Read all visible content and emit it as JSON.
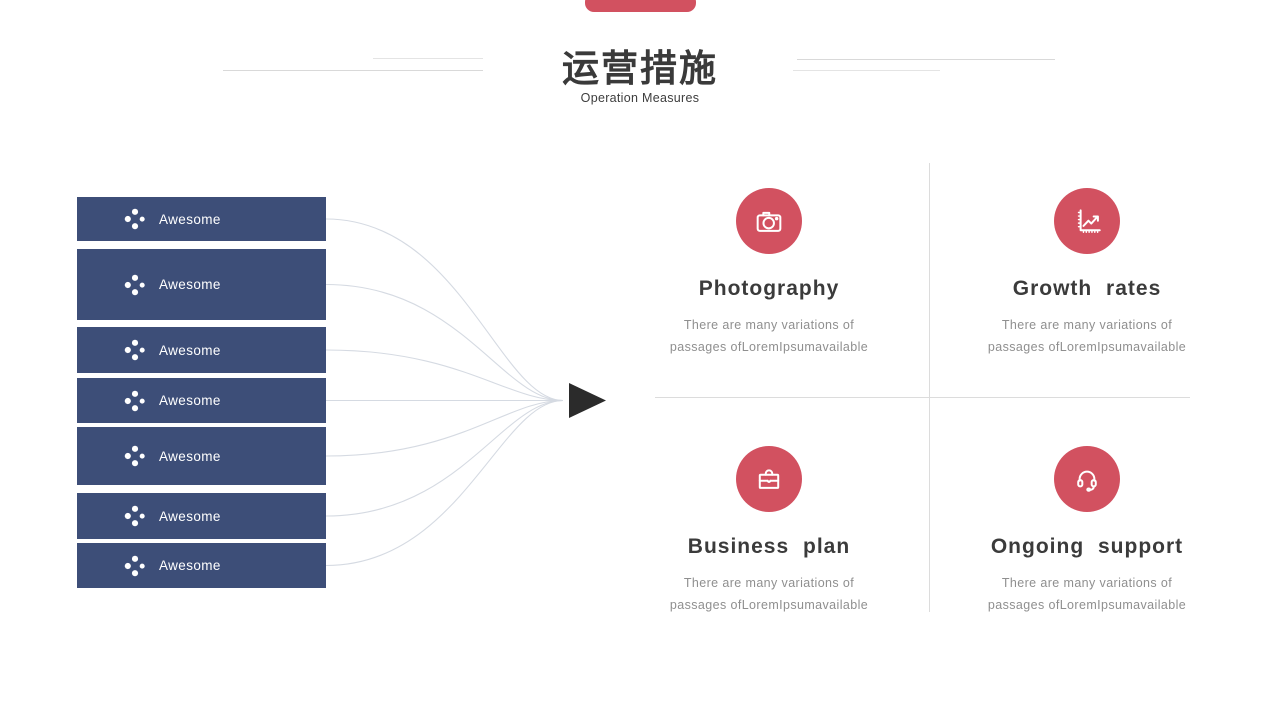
{
  "slide": {
    "accent_red": "#d25160",
    "navy": "#3d4e78",
    "arrow_color": "#2b2b2b"
  },
  "header": {
    "title": "运营措施",
    "subtitle": "Operation Measures"
  },
  "funnel": {
    "items": [
      {
        "label": "Awesome"
      },
      {
        "label": "Awesome"
      },
      {
        "label": "Awesome"
      },
      {
        "label": "Awesome"
      },
      {
        "label": "Awesome"
      },
      {
        "label": "Awesome"
      },
      {
        "label": "Awesome"
      }
    ]
  },
  "features": [
    {
      "icon": "camera-icon",
      "title": "Photography",
      "desc_line1": "There are many variations of",
      "desc_line2": "passages ofLoremIpsumavailable"
    },
    {
      "icon": "growth-chart-icon",
      "title": "Growth rates",
      "desc_line1": "There are many variations of",
      "desc_line2": "passages ofLoremIpsumavailable"
    },
    {
      "icon": "briefcase-icon",
      "title": "Business plan",
      "desc_line1": "There are many variations of",
      "desc_line2": "passages ofLoremIpsumavailable"
    },
    {
      "icon": "headset-icon",
      "title": "Ongoing support",
      "desc_line1": "There are many variations of",
      "desc_line2": "passages ofLoremIpsumavailable"
    }
  ]
}
